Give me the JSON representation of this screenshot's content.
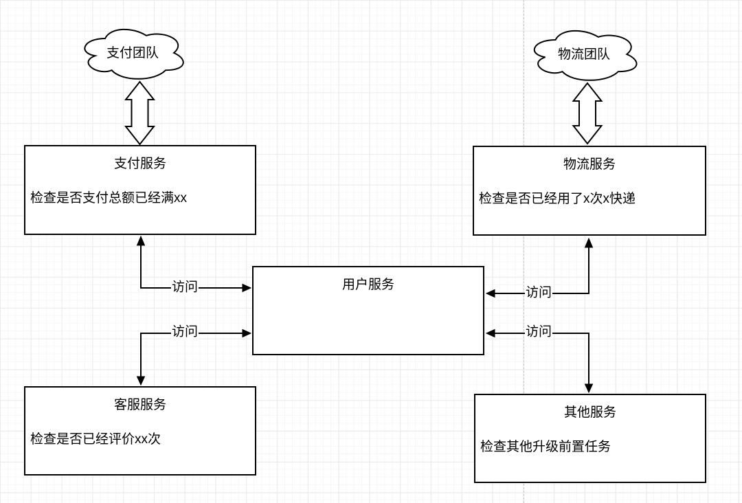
{
  "diagram": {
    "clouds": [
      {
        "label": "支付团队"
      },
      {
        "label": "物流团队"
      }
    ],
    "nodes": [
      {
        "title": "支付服务",
        "body": "检查是否支付总额已经满xx"
      },
      {
        "title": "物流服务",
        "body": "检查是否已经用了x次x快递"
      },
      {
        "title": "用户服务",
        "body": ""
      },
      {
        "title": "客服服务",
        "body": "检查是否已经评价xx次"
      },
      {
        "title": "其他服务",
        "body": "检查其他升级前置任务"
      }
    ],
    "edge_labels": [
      {
        "label": "访问"
      },
      {
        "label": "访问"
      },
      {
        "label": "访问"
      },
      {
        "label": "访问"
      }
    ],
    "colors": {
      "shape_stroke": "#000000",
      "shape_fill": "#ffffff",
      "grid_minor": "#f6f6f6",
      "grid_major": "#ebebeb",
      "page_divider": "#c9c9c9",
      "text": "#000000"
    }
  }
}
